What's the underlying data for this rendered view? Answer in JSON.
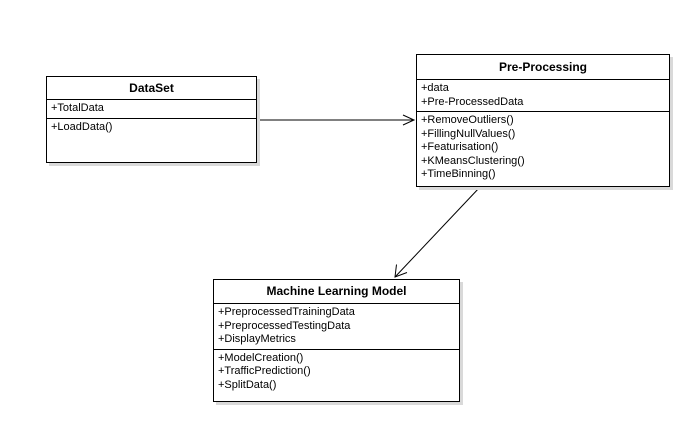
{
  "classes": {
    "dataset": {
      "name": "DataSet",
      "attributes": [
        "+TotalData"
      ],
      "operations": [
        "+LoadData()"
      ]
    },
    "preprocessing": {
      "name": "Pre-Processing",
      "attributes": [
        "+data",
        "+Pre-ProcessedData"
      ],
      "operations": [
        "+RemoveOutliers()",
        "+FillingNullValues()",
        "+Featurisation()",
        "+KMeansClustering()",
        "+TimeBinning()"
      ]
    },
    "ml_model": {
      "name": "Machine Learning Model",
      "attributes": [
        "+PreprocessedTrainingData",
        "+PreprocessedTestingData",
        "+DisplayMetrics"
      ],
      "operations": [
        "+ModelCreation()",
        "+TrafficPrediction()",
        "+SplitData()"
      ]
    }
  },
  "associations": [
    {
      "from": "DataSet",
      "to": "Pre-Processing",
      "arrow": "open"
    },
    {
      "from": "Pre-Processing",
      "to": "Machine Learning Model",
      "arrow": "open"
    }
  ]
}
